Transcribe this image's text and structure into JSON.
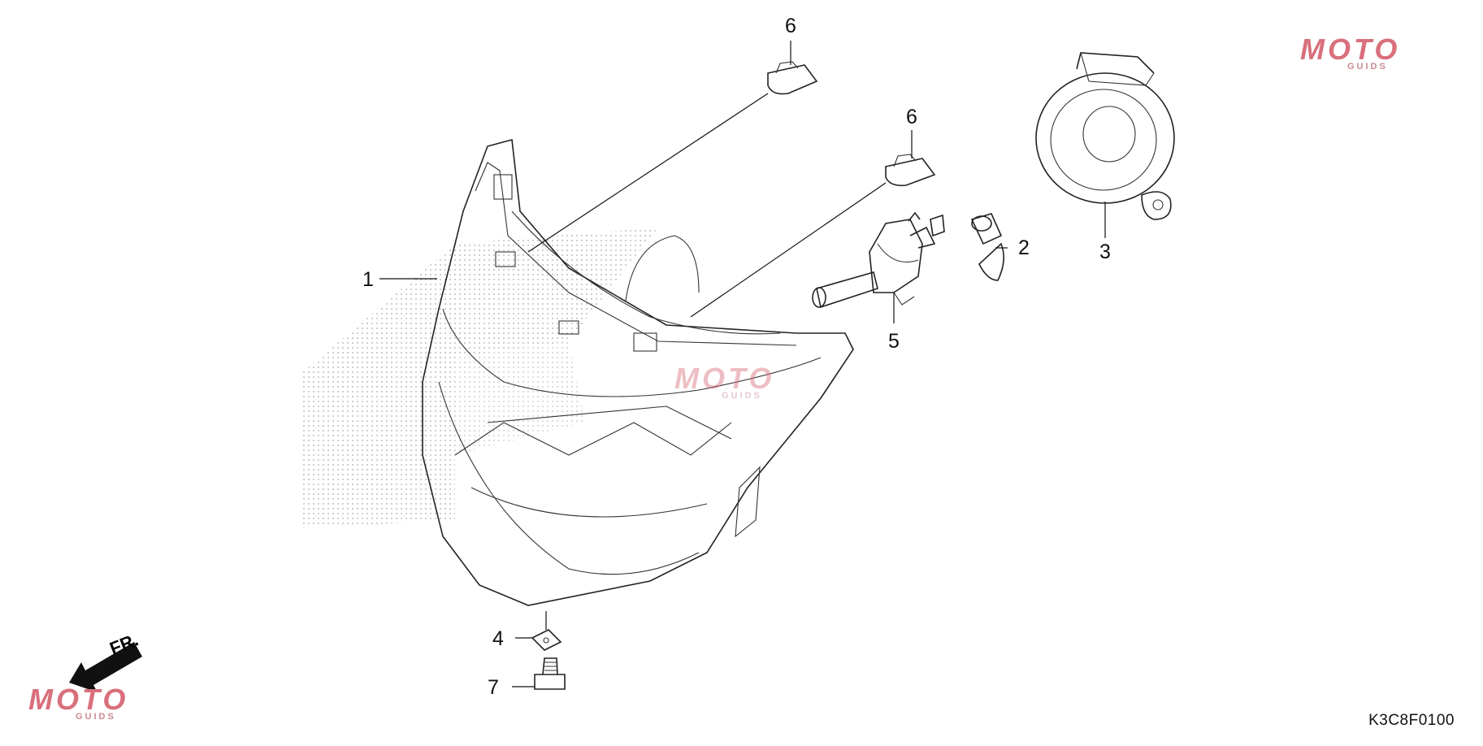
{
  "diagram": {
    "callouts": [
      {
        "id": "1",
        "label": "1"
      },
      {
        "id": "2",
        "label": "2"
      },
      {
        "id": "3",
        "label": "3"
      },
      {
        "id": "4",
        "label": "4"
      },
      {
        "id": "5",
        "label": "5"
      },
      {
        "id": "6a",
        "label": "6"
      },
      {
        "id": "6b",
        "label": "6"
      },
      {
        "id": "7",
        "label": "7"
      }
    ],
    "drawing_code": "K3C8F0100",
    "direction_label": "FR.",
    "watermark": {
      "main": "MOTO",
      "sub": "GUIDS"
    },
    "colors": {
      "ink": "#222222",
      "watermark": "#d9707c"
    }
  }
}
